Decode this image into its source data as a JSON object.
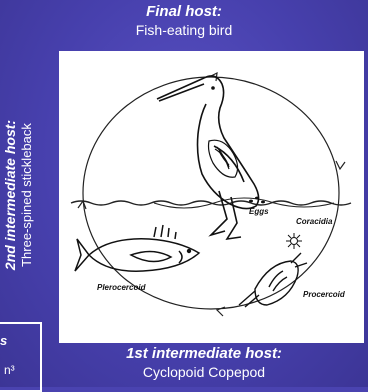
{
  "final_host": {
    "label": "Final host:",
    "value": "Fish-eating bird"
  },
  "second_host": {
    "label": "2nd intermediate host:",
    "value": "Three-spined stickleback"
  },
  "first_host": {
    "label": "1st intermediate host:",
    "value": "Cyclopoid Copepod"
  },
  "stages": {
    "eggs": "Eggs",
    "coracidia": "Coracidia",
    "plerocercoid": "Plerocercoid",
    "procercoid": "Procercoid"
  },
  "corner_box": {
    "line1": "s",
    "line2": "n³"
  },
  "colors": {
    "background": "#4a43b0",
    "panel": "#ffffff",
    "ink": "#111111"
  }
}
